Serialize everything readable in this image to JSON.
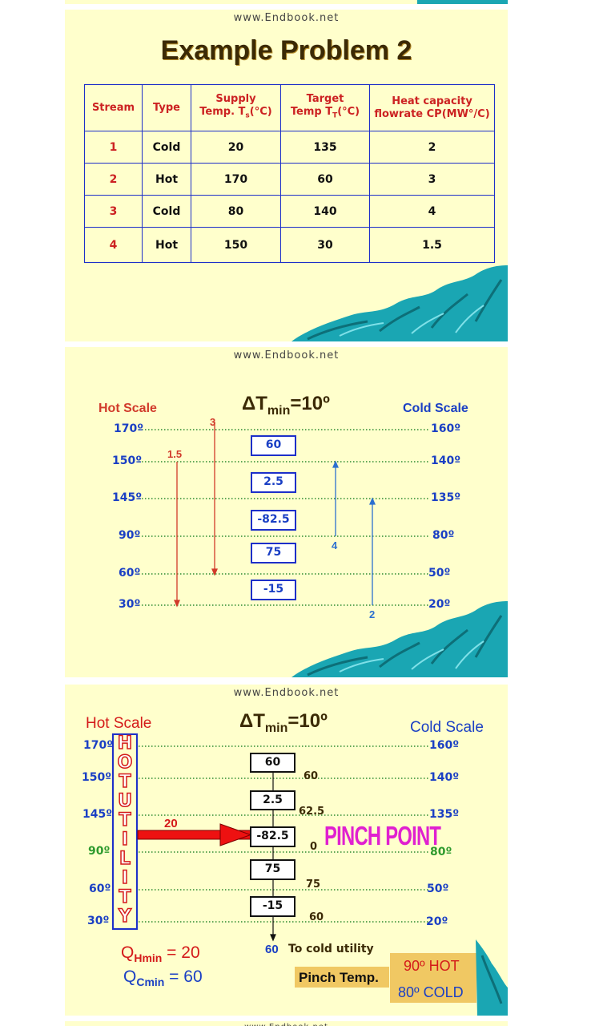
{
  "site": "www.Endbook.net",
  "slide1": {
    "title": "Example Problem 2",
    "headers": {
      "stream": "Stream",
      "type": "Type",
      "supply_line1": "Supply",
      "supply_line2a": "Temp. T",
      "supply_sub": "s",
      "supply_line2b": "(°C)",
      "target_line1": "Target",
      "target_line2a": "Temp T",
      "target_sub": "T",
      "target_line2b": "(°C)",
      "cp_line1": "Heat capacity",
      "cp_line2": "flowrate CP(MW°/C)"
    },
    "rows": [
      {
        "stream": "1",
        "type": "Cold",
        "supply": "20",
        "target": "135",
        "cp": "2"
      },
      {
        "stream": "2",
        "type": "Hot",
        "supply": "170",
        "target": "60",
        "cp": "3"
      },
      {
        "stream": "3",
        "type": "Cold",
        "supply": "80",
        "target": "140",
        "cp": "4"
      },
      {
        "stream": "4",
        "type": "Hot",
        "supply": "150",
        "target": "30",
        "cp": "1.5"
      }
    ]
  },
  "slide2": {
    "hot_scale": "Hot Scale",
    "cold_scale": "Cold Scale",
    "dt_main": "ΔT",
    "dt_sub": "min",
    "dt_val": "=10º",
    "hot_temps": [
      "170º",
      "150º",
      "145º",
      "90º",
      "60º",
      "30º"
    ],
    "cold_temps": [
      "160º",
      "140º",
      "135º",
      "80º",
      "50º",
      "20º"
    ],
    "intervals": [
      "60",
      "2.5",
      "-82.5",
      "75",
      "-15"
    ],
    "stream_labels": {
      "s3": "3",
      "s4_cp": "1.5",
      "s4": "4",
      "s1": "2"
    }
  },
  "slide3": {
    "hot_scale": "Hot Scale",
    "cold_scale": "Cold Scale",
    "dt_main": "ΔT",
    "dt_sub": "min",
    "dt_val": "=10º",
    "hot_temps": [
      "170º",
      "150º",
      "145º",
      "90º",
      "60º",
      "30º"
    ],
    "cold_temps": [
      "160º",
      "140º",
      "135º",
      "80º",
      "50º",
      "20º"
    ],
    "hot_utility_letters": [
      "H",
      "O",
      "T",
      "U",
      "T",
      "I",
      "L",
      "I",
      "T",
      "Y"
    ],
    "intervals": [
      "60",
      "2.5",
      "-82.5",
      "75",
      "-15"
    ],
    "cascade": [
      "60",
      "62.5",
      "0",
      "75",
      "60"
    ],
    "utility_in": "20",
    "pinch_label": "PINCH POINT",
    "bottom_value": "60",
    "to_cold": "To cold utility",
    "qh_main": "Q",
    "qh_sub": "Hmin",
    "qh_val": " = 20",
    "qc_main": "Q",
    "qc_sub": "Cmin",
    "qc_val": " = 60",
    "pinch_temp": "Pinch Temp.",
    "pinch_hot": "90º HOT",
    "pinch_cold": "80º COLD"
  },
  "colors": {
    "slide_bg": "#ffffcc",
    "hot": "#cc2222",
    "cold": "#1a3fc4",
    "border": "#1d2fc9",
    "pinch": "#e020d0",
    "wave": "#1aa6b3"
  }
}
